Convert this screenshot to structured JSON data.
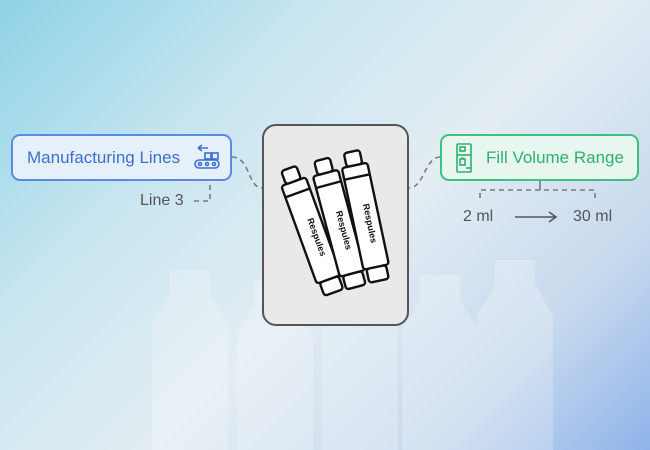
{
  "center": {
    "product_label": "Respules"
  },
  "manufacturing": {
    "label": "Manufacturing Lines",
    "icon": "conveyor-belt-icon",
    "detail": "Line 3",
    "color": "#3d6fd0"
  },
  "fill_volume": {
    "label": "Fill Volume Range",
    "icon": "filling-machine-icon",
    "min": "2 ml",
    "max": "30 ml",
    "color": "#2fb070"
  }
}
